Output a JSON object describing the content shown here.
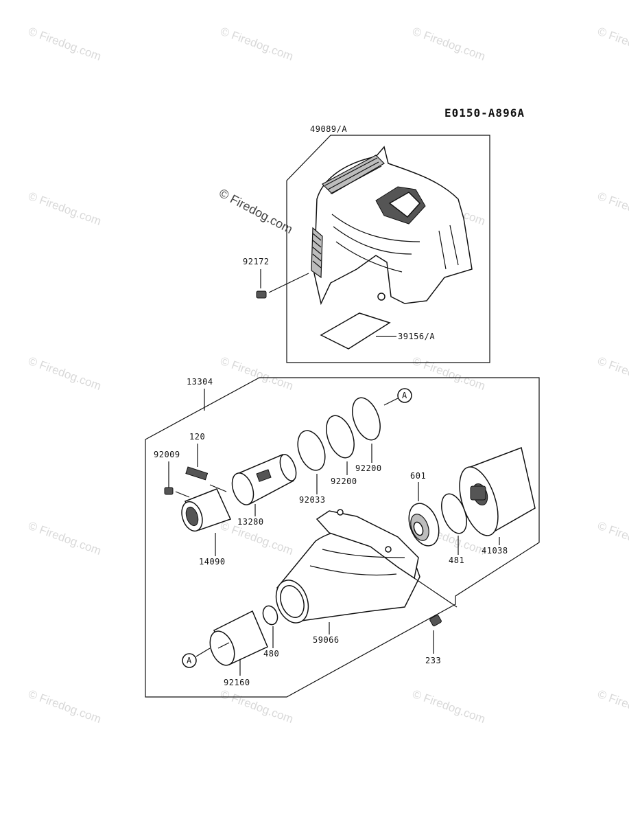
{
  "diagram_code": "E0150-A896A",
  "watermark_text": "© Firedog.com",
  "callout_ref": "A",
  "labels": {
    "p49089": "49089/A",
    "p92172": "92172",
    "p39156": "39156/A",
    "p13304": "13304",
    "p120": "120",
    "p92009": "92009",
    "p13280": "13280",
    "p14090": "14090",
    "p92033": "92033",
    "p92200a": "92200",
    "p92200b": "92200",
    "p601": "601",
    "p481": "481",
    "p41038": "41038",
    "p59066": "59066",
    "p480": "480",
    "p92160": "92160",
    "p233": "233"
  }
}
